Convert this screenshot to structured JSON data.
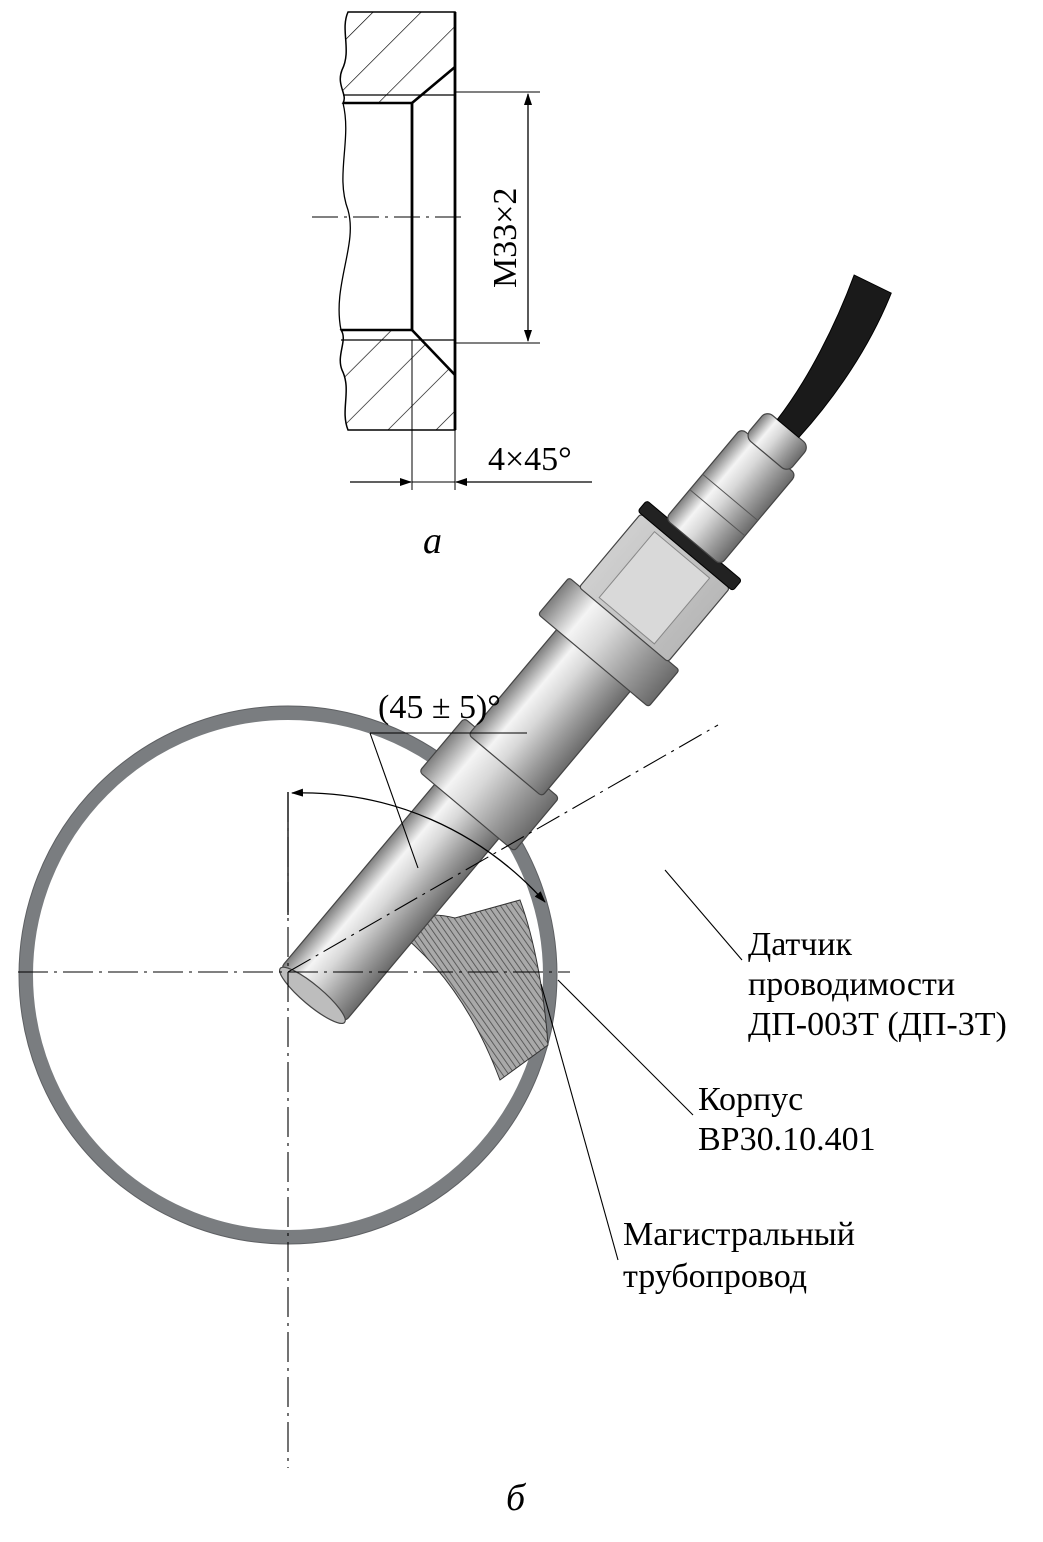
{
  "figure_a": {
    "thread_label": "М33×2",
    "chamfer_label": "4×45°",
    "caption": "а"
  },
  "figure_b": {
    "angle_label": "(45 ± 5)°",
    "callouts": {
      "sensor": {
        "line1": "Датчик",
        "line2": "проводимости",
        "line3": "ДП-003Т (ДП-3Т)"
      },
      "body": {
        "line1": "Корпус",
        "line2": "ВР30.10.401"
      },
      "pipe": {
        "line1": "Магистральный",
        "line2": "трубопровод"
      }
    },
    "caption": "б"
  },
  "colors": {
    "line": "#000000",
    "pipe_wall": "#7a7d80",
    "metal_light": "#e6e6e6",
    "metal_dark": "#8c8c8c",
    "cable": "#1a1a1a",
    "weld": "#555555"
  }
}
